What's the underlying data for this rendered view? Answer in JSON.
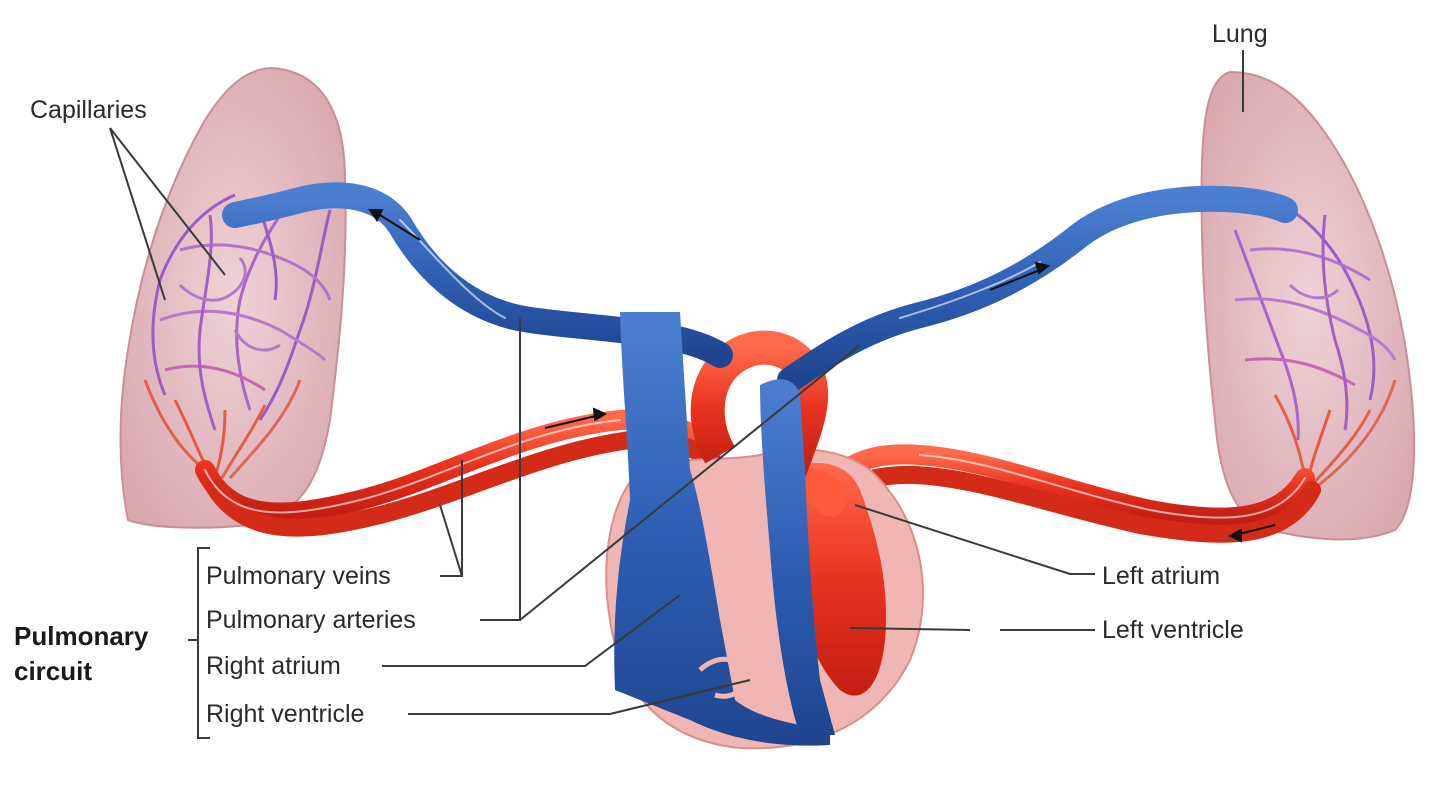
{
  "labels": {
    "capillaries": "Capillaries",
    "lung": "Lung",
    "pulmonary_veins": "Pulmonary veins",
    "pulmonary_arteries": "Pulmonary arteries",
    "right_atrium": "Right atrium",
    "right_ventricle": "Right ventricle",
    "left_atrium": "Left atrium",
    "left_ventricle": "Left ventricle",
    "circuit_line1": "Pulmonary",
    "circuit_line2": "circuit"
  },
  "colors": {
    "oxygen_poor_blood": "#2f5fb3",
    "oxygen_rich_blood": "#e8321f",
    "lung_tissue": "#e7c3c8",
    "heart_wall": "#f0b6b3"
  }
}
